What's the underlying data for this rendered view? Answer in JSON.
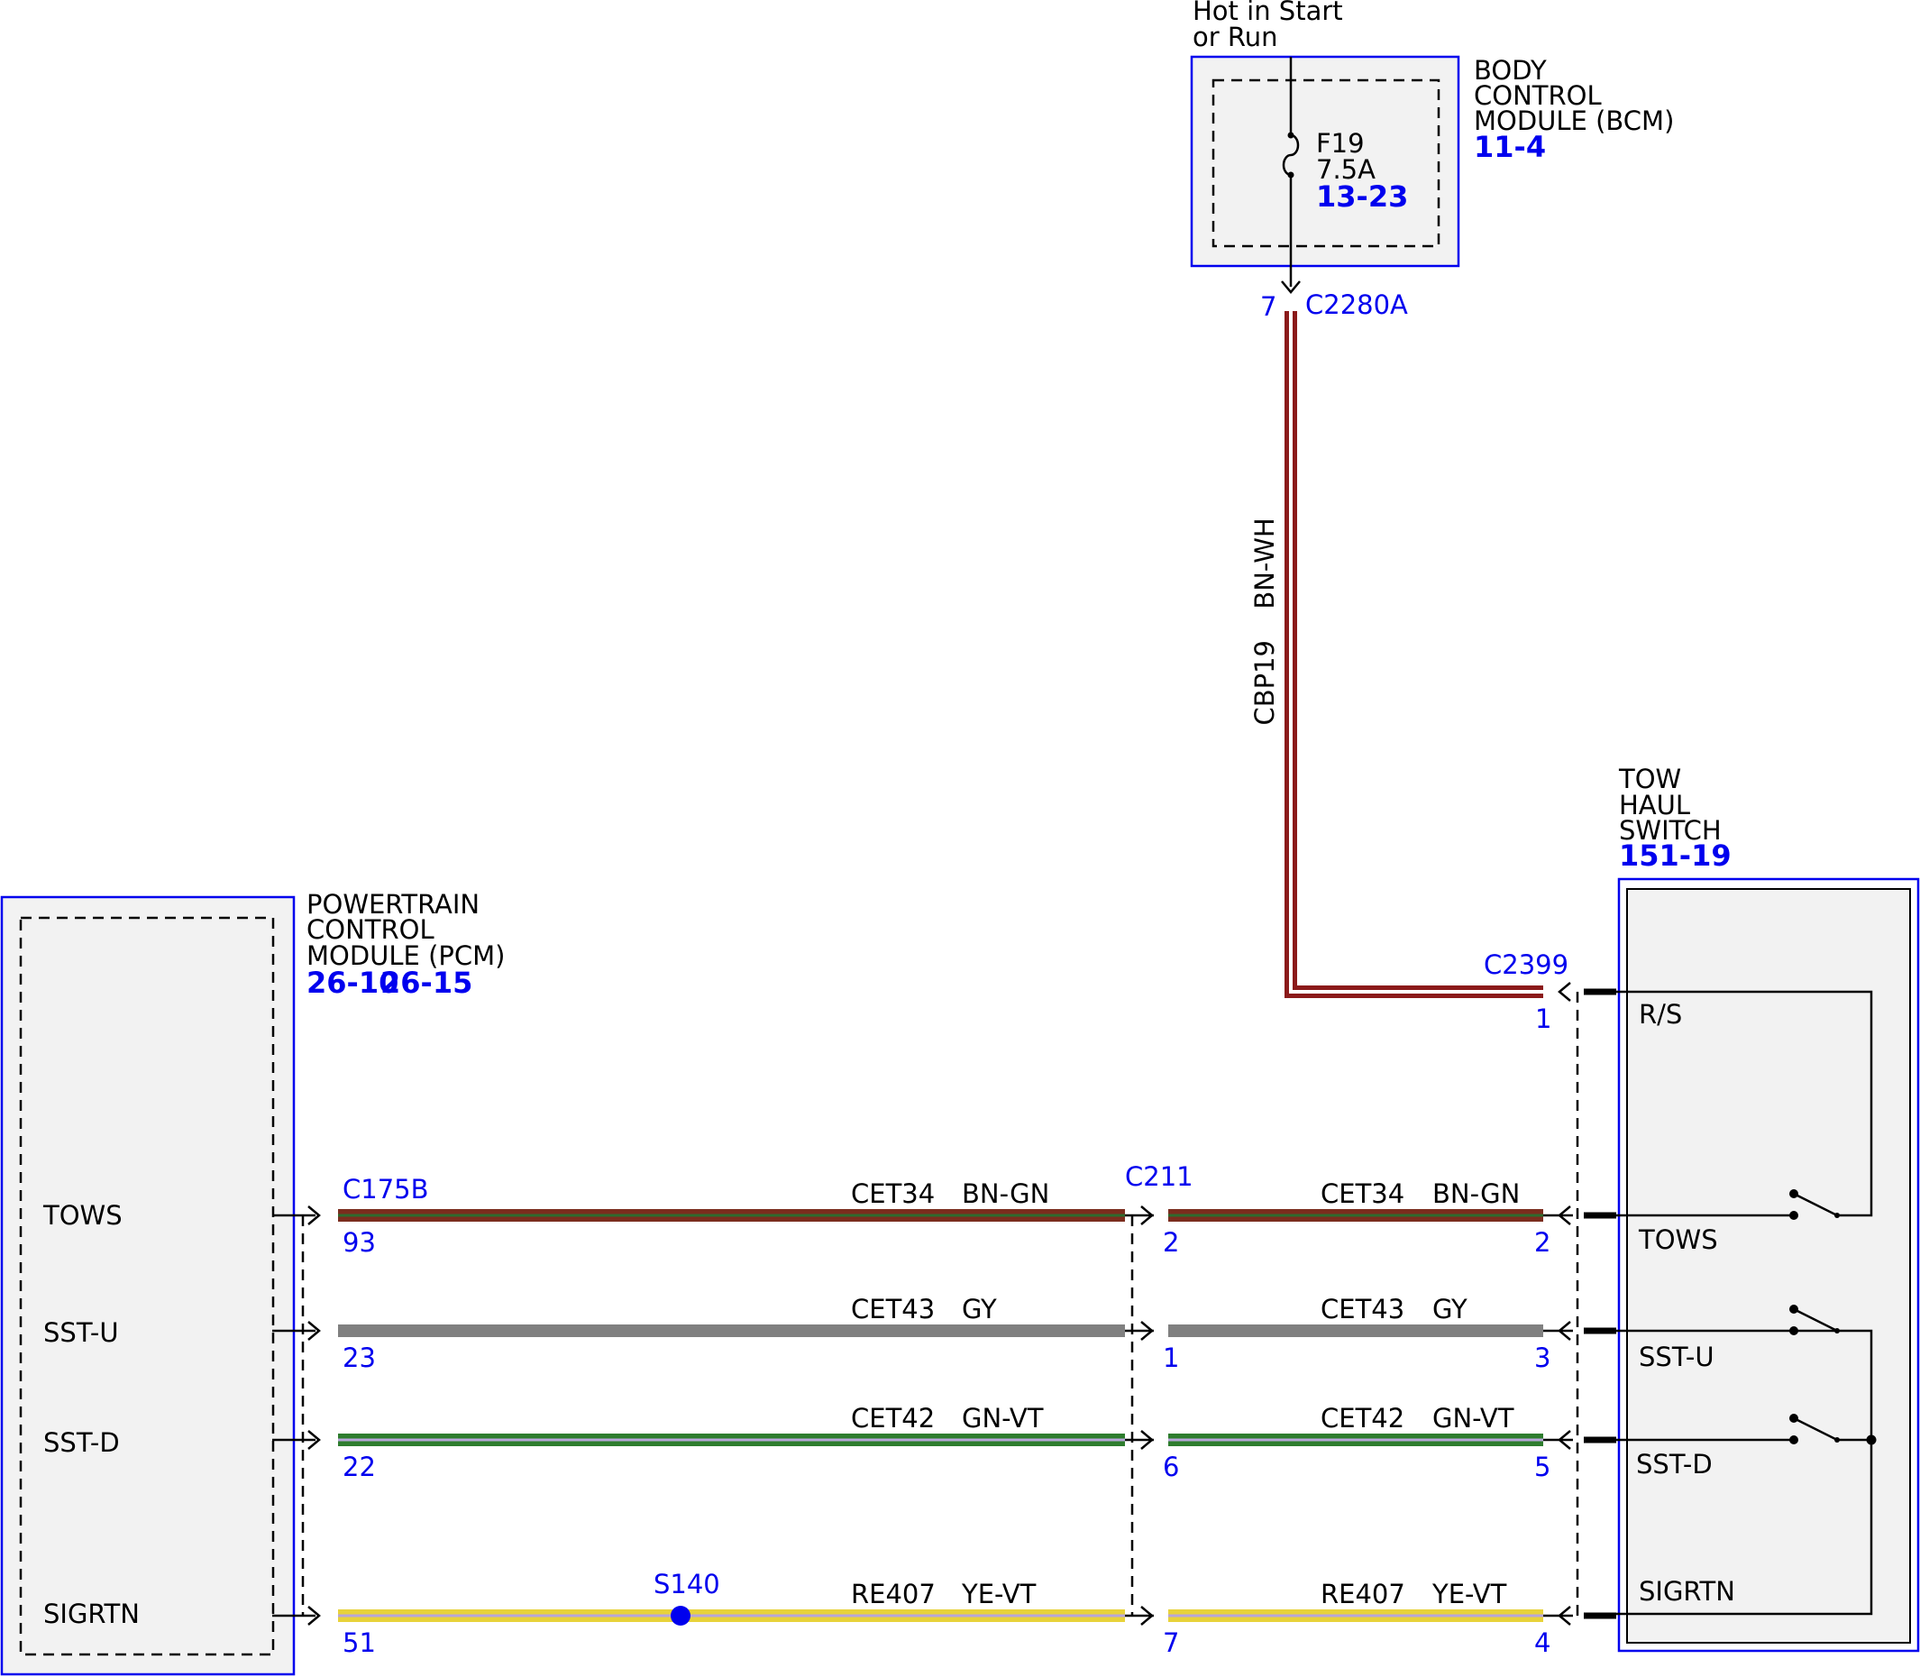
{
  "power_source": {
    "line1": "Hot in Start",
    "line2": "or Run"
  },
  "bcm": {
    "name_lines": [
      "BODY",
      "CONTROL",
      "MODULE (BCM)"
    ],
    "ref": "11-4",
    "fuse": {
      "id": "F19",
      "rating": "7.5A",
      "ref": "13-23"
    },
    "connector": "C2280A",
    "pin": "7"
  },
  "feed_wire": {
    "circuit": "CBP19",
    "color_code": "BN-WH",
    "colors": [
      "#8b1a1a",
      "#ffffff"
    ]
  },
  "pcm": {
    "name_lines": [
      "POWERTRAIN",
      "CONTROL",
      "MODULE (PCM)"
    ],
    "refs": [
      "26-10",
      "26-15"
    ],
    "connector": "C175B",
    "pins": [
      {
        "label": "TOWS",
        "pin": "93"
      },
      {
        "label": "SST-U",
        "pin": "23"
      },
      {
        "label": "SST-D",
        "pin": "22"
      },
      {
        "label": "SIGRTN",
        "pin": "51"
      }
    ]
  },
  "inline_connector": {
    "name": "C211",
    "left_pins": [
      "2",
      "1",
      "6",
      "7"
    ],
    "right_pins": [
      "2",
      "3",
      "5",
      "4"
    ]
  },
  "splice": {
    "name": "S140"
  },
  "switch": {
    "name_lines": [
      "TOW",
      "HAUL",
      "SWITCH"
    ],
    "ref": "151-19",
    "connector": "C2399",
    "rs_pin": "1",
    "rs_label": "R/S",
    "labels": [
      "TOWS",
      "SST-U",
      "SST-D",
      "SIGRTN"
    ]
  },
  "wires": [
    {
      "circuit": "CET34",
      "color_code": "BN-GN",
      "colors": [
        "#7b2d1e",
        "#2e6b2e"
      ]
    },
    {
      "circuit": "CET43",
      "color_code": "GY",
      "colors": [
        "#808080",
        "#808080"
      ]
    },
    {
      "circuit": "CET42",
      "color_code": "GN-VT",
      "colors": [
        "#2e7d2e",
        "#b7a6d8"
      ]
    },
    {
      "circuit": "RE407",
      "color_code": "YE-VT",
      "colors": [
        "#e8d23a",
        "#b7a6d8"
      ]
    }
  ]
}
